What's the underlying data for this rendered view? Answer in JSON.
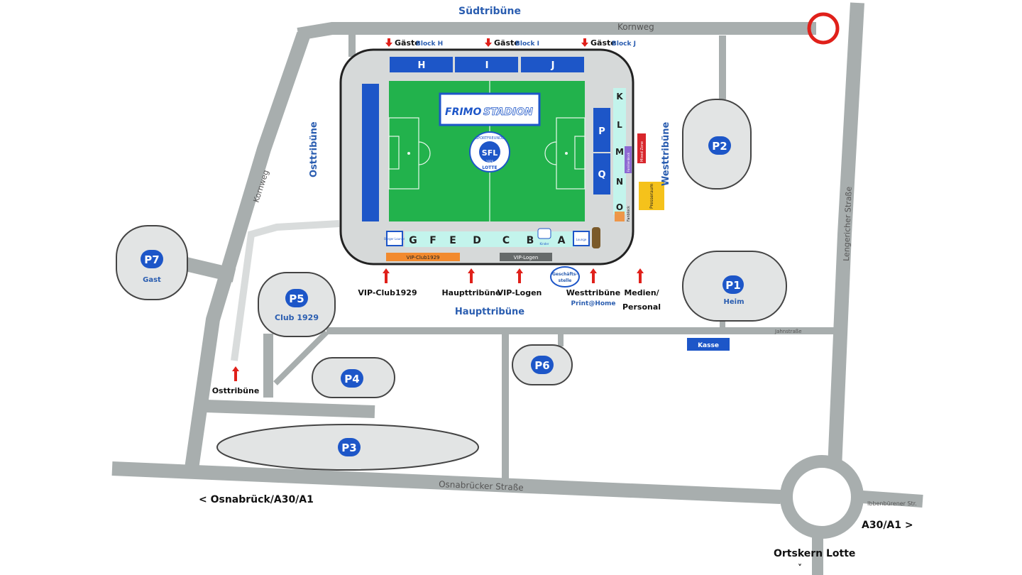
{
  "stands": {
    "sued": "Südtribüne",
    "ost": "Osttribüne",
    "west": "Westtribüne",
    "haupt": "Haupttribüne"
  },
  "roads": {
    "kornweg_top": "Kornweg",
    "kornweg_left": "Kornweg",
    "lengericher": "Lengericher Straße",
    "osnabruecker": "Osnabrücker Straße",
    "jahnstrasse": "Jahnstraße",
    "ibbenbuerener": "Ibbenbürener Str."
  },
  "directions": {
    "osnabrueck": "< Osnabrück/A30/A1",
    "a30": "A30/A1 >",
    "ortskern": "Ortskern Lotte",
    "ortskern_arrow": "˅"
  },
  "gaeste": [
    {
      "prefix": "Gäste",
      "block": "Block H"
    },
    {
      "prefix": "Gäste",
      "block": "Block I"
    },
    {
      "prefix": "Gäste",
      "block": "Block J"
    }
  ],
  "stadium": {
    "logo_frimo": "FRIMO",
    "logo_stadion": "STADION",
    "club_badge": "SFL",
    "club_ring_top": "SPORTFREUNDE",
    "club_ring_bottom": "LOTTE",
    "club_year": "1929",
    "top_blocks": [
      "H",
      "I",
      "J"
    ],
    "right_blocks": [
      "P",
      "Q"
    ],
    "right_letters": [
      "K",
      "L",
      "M",
      "N",
      "O"
    ],
    "bottom_blocks": [
      "G",
      "F",
      "E",
      "D",
      "C",
      "B",
      "A"
    ],
    "vip_club": "VIP-Club1929",
    "vip_logen": "VIP-Logen",
    "bueger_lounge": "Bürger Lounge",
    "lounge_right": "Lounge",
    "familienblock": "Familienblock",
    "presseraum": "Presseraum",
    "mixed_zone": "Mixed Zone",
    "fanblock": "Fanblock",
    "kids": "Kinder"
  },
  "entrances": [
    {
      "label": "VIP-Club1929",
      "sub": ""
    },
    {
      "label": "Haupttribüne",
      "sub": ""
    },
    {
      "label": "VIP-Logen",
      "sub": ""
    },
    {
      "label": "Westtribüne",
      "sub": "Print@Home"
    },
    {
      "label": "Medien/",
      "sub": "Personal"
    },
    {
      "label": "Osttribüne",
      "sub": ""
    }
  ],
  "geschaeftsstelle": [
    "Geschäfts-",
    "stelle"
  ],
  "kasse": "Kasse",
  "parking": [
    {
      "id": "P1",
      "sub": "Heim"
    },
    {
      "id": "P2",
      "sub": ""
    },
    {
      "id": "P3",
      "sub": ""
    },
    {
      "id": "P4",
      "sub": ""
    },
    {
      "id": "P5",
      "sub": "Club 1929"
    },
    {
      "id": "P6",
      "sub": ""
    },
    {
      "id": "P7",
      "sub": "Gast"
    }
  ],
  "colors": {
    "road": "#a8aeae",
    "lot": "#e2e4e4",
    "pitch": "#22b24c",
    "block_blue": "#1d56c8",
    "badge_blue": "#1d56c8",
    "cyan_block": "#c3f4ec",
    "marker_red": "#e0201a",
    "vip_orange": "#f28a2e",
    "presse_yellow": "#f5c21b"
  }
}
